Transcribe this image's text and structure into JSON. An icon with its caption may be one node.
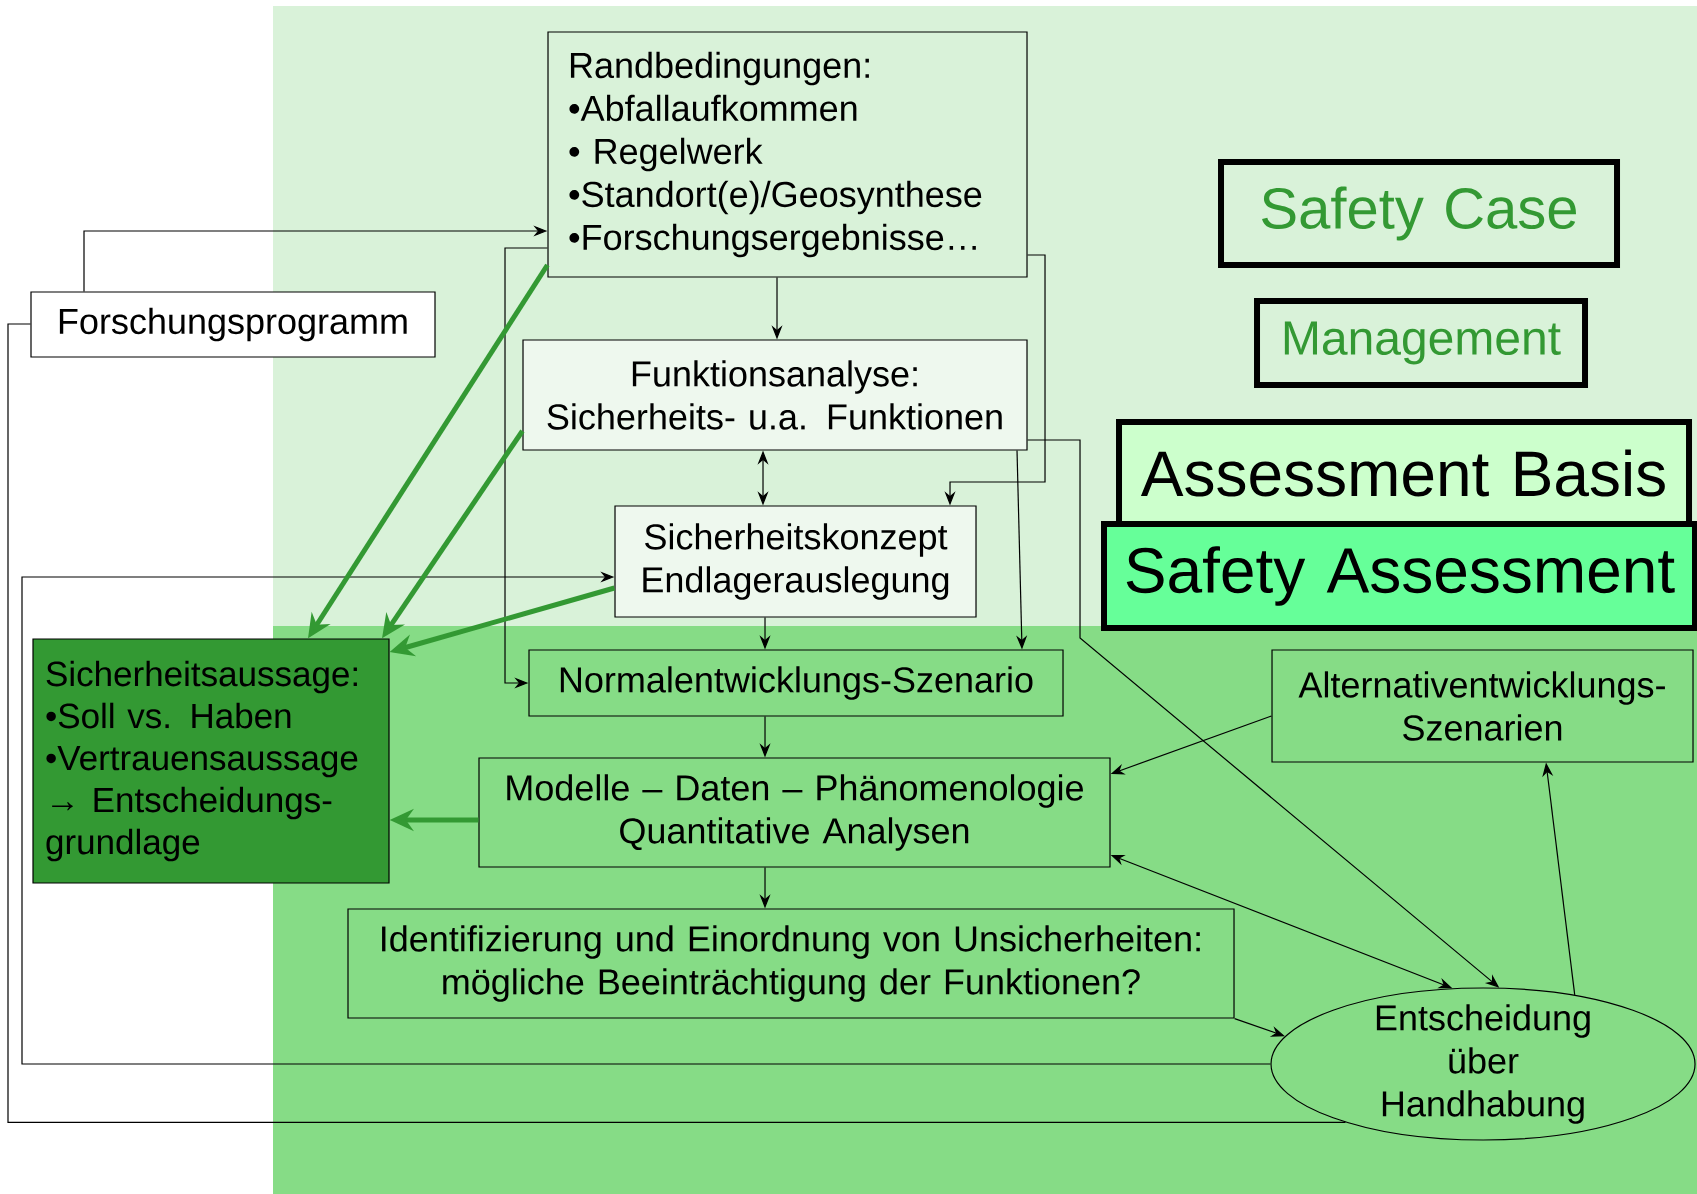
{
  "diagram": {
    "nodes": [
      {
        "text": [
          "Randbedingungen:",
          "•Abfallaufkommen",
          "• Regelwerk",
          "•Standort(e)/Geosynthese",
          "•Forschungsergebnisse…"
        ]
      },
      {
        "text": [
          "Forschungsprogramm"
        ]
      },
      {
        "text": [
          "Safety Case"
        ]
      },
      {
        "text": [
          "Management"
        ]
      },
      {
        "text": [
          "Funktionsanalyse:",
          "Sicherheits- u.a. Funktionen"
        ]
      },
      {
        "text": [
          "Assessment Basis"
        ]
      },
      {
        "text": [
          "Safety Assessment"
        ]
      },
      {
        "text": [
          "Sicherheitskonzept Endlagerauslegung"
        ]
      },
      {
        "text": [
          "Sicherheitsaussage:",
          "•Soll vs. Haben",
          "•Vertrauensaussage",
          "→ Entscheidungs- grundlage"
        ]
      },
      {
        "text": [
          "Normalentwicklungs-Szenario"
        ]
      },
      {
        "text": [
          "Alternativentwicklungs- Szenarien"
        ]
      },
      {
        "text": [
          "Modelle – Daten – Phänomenologie",
          "Quantitative Analysen"
        ]
      },
      {
        "text": [
          "Identifizierung und Einordnung von Unsicherheiten:",
          "mögliche Beeinträchtigung der Funktionen?"
        ]
      },
      {
        "text": [
          "Entscheidung über Handhabung"
        ]
      }
    ],
    "edges": [
      {
        "from": 1,
        "to": 0,
        "arrow": "to"
      },
      {
        "from": 0,
        "to": 4,
        "arrow": "to"
      },
      {
        "from": 0,
        "to": 9,
        "arrow": "to"
      },
      {
        "from": 0,
        "to": 7,
        "arrow": "to"
      },
      {
        "from": 4,
        "to": 7,
        "arrow": "both"
      },
      {
        "from": 4,
        "to": 9,
        "arrow": "to"
      },
      {
        "from": 4,
        "to": 13,
        "arrow": "to"
      },
      {
        "from": 7,
        "to": 9,
        "arrow": "to"
      },
      {
        "from": 13,
        "to": 7,
        "arrow": "to"
      },
      {
        "from": 13,
        "to": 1,
        "arrow": "none"
      },
      {
        "from": 0,
        "to": 8,
        "arrow": "to",
        "style": "thick",
        "color": "#339933"
      },
      {
        "from": 4,
        "to": 8,
        "arrow": "to",
        "style": "thick",
        "color": "#339933"
      },
      {
        "from": 7,
        "to": 8,
        "arrow": "to",
        "style": "thick",
        "color": "#339933"
      },
      {
        "from": 11,
        "to": 8,
        "arrow": "to",
        "style": "thick",
        "color": "#339933"
      },
      {
        "from": 9,
        "to": 11,
        "arrow": "to"
      },
      {
        "from": 11,
        "to": 12,
        "arrow": "to"
      },
      {
        "from": 10,
        "to": 11,
        "arrow": "to"
      },
      {
        "from": 13,
        "to": 11,
        "arrow": "both"
      },
      {
        "from": 12,
        "to": 13,
        "arrow": "to"
      },
      {
        "from": 13,
        "to": 10,
        "arrow": "to"
      }
    ]
  }
}
